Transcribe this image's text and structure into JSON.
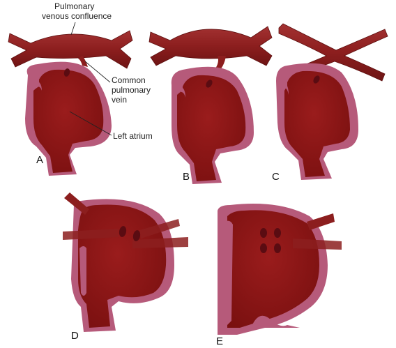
{
  "labels": {
    "pulmonary_confluence_line1": "Pulmonary",
    "pulmonary_confluence_line2": "venous confluence",
    "common_pv_line1": "Common",
    "common_pv_line2": "pulmonary",
    "common_pv_line3": "vein",
    "left_atrium": "Left atrium"
  },
  "panels": [
    "A",
    "B",
    "C",
    "D",
    "E"
  ],
  "colors": {
    "vein": "#8c1e1e",
    "vein_highlight": "#a83535",
    "atrium_cavity": "#8e1616",
    "atrium_wall": "#b65a7a",
    "orifice": "#5a0c12",
    "leader_line": "#222222"
  }
}
